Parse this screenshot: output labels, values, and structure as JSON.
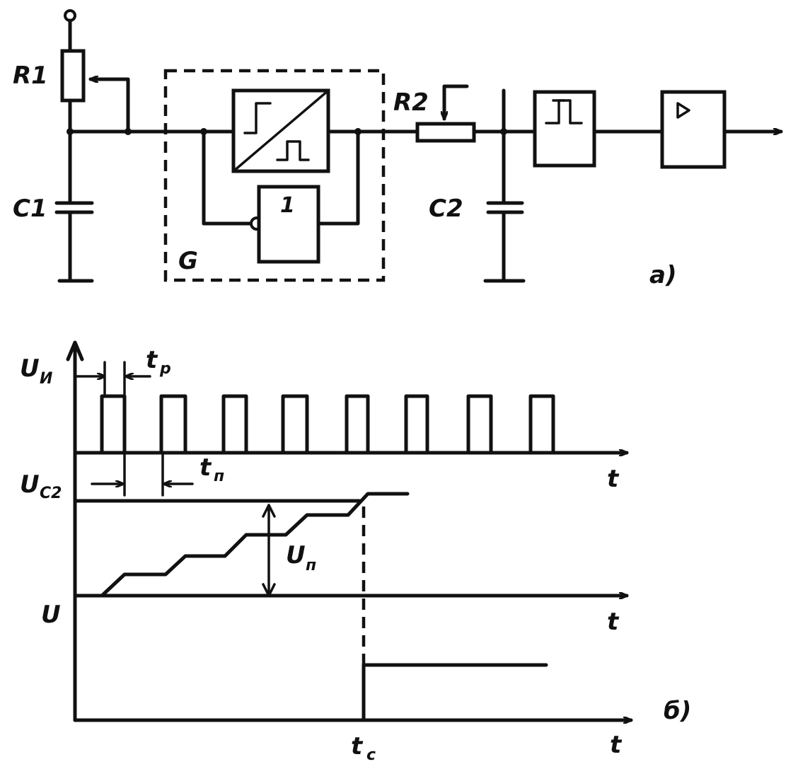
{
  "part_a": {
    "label": "a)",
    "components": {
      "r1": "R1",
      "r2": "R2",
      "c1": "C1",
      "c2": "C2",
      "g": "G",
      "inverter": "1"
    }
  },
  "part_b": {
    "label": "б)",
    "axes": {
      "y1": "U",
      "y1_sub": "И",
      "y2": "U",
      "y2_sub": "C2",
      "y3": "U",
      "x": "t"
    },
    "annotations": {
      "tp": "t",
      "tp_sub": "р",
      "tn": "t",
      "tn_sub": "п",
      "un": "U",
      "un_sub": "п",
      "tc": "t",
      "tc_sub": "c"
    }
  },
  "colors": {
    "ink": "#111111",
    "paper": "#ffffff"
  }
}
